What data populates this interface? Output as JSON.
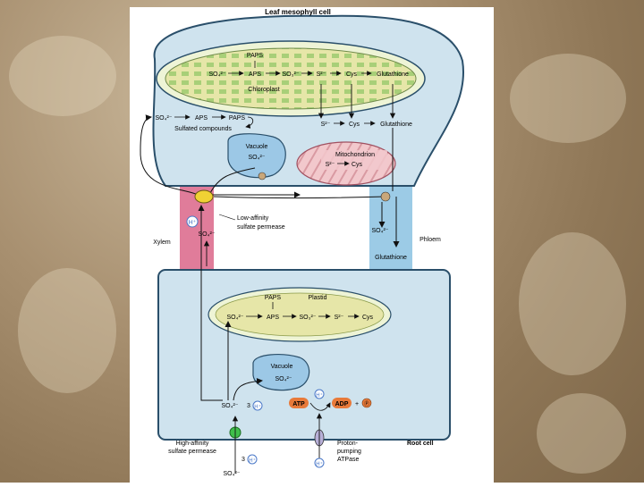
{
  "colors": {
    "cell_fill": "#cfe3ee",
    "cell_stroke": "#2a4f6a",
    "chloroplast_fill": "#e6e6a8",
    "chloroplast_stripes": "#a8cf78",
    "mito_fill": "#f2c8cc",
    "xylem": "#e07c9a",
    "phloem": "#9ccbe6",
    "vacuole": "#9cc8e6",
    "permease_low": "#f0d234",
    "permease_high": "#3fbf4a",
    "atp_badge": "#e87a3a",
    "hplus": "#4a78c8",
    "background": "#a89070"
  },
  "labels": {
    "leaf_cell": "Leaf mesophyll cell",
    "chloro_paps": "PAPS",
    "chloro_so4": "SO₄²⁻",
    "chloro_aps": "APS",
    "chloro_so3": "SO₃²⁻",
    "chloro_s2": "S²⁻",
    "chloro_cys": "Cys",
    "chloro_glut": "Glutathione",
    "chloroplast": "Chloroplast",
    "cyt_so4": "SO₄²⁻",
    "cyt_aps": "APS",
    "cyt_paps": "PAPS",
    "sulfated": "Sulfated compounds",
    "cyt_s2": "S²⁻",
    "cyt_cys": "Cys",
    "cyt_glut": "Glutathione",
    "vacuole_leaf": "Vacuole",
    "vacuole_leaf_so4": "SO₄²⁻",
    "mito": "Mitochondrion",
    "mito_s2": "S²⁻",
    "mito_cys": "Cys",
    "h_plus": "H⁺",
    "xylem_so4": "SO₄²⁻",
    "low_perm_1": "Low-affinity",
    "low_perm_2": "sulfate permease",
    "xylem": "Xylem",
    "phloem_so4": "SO₄²⁻",
    "phloem": "Phloem",
    "phloem_glut": "Glutathione",
    "plastid_paps": "PAPS",
    "plastid": "Plastid",
    "plastid_so4": "SO₄²⁻",
    "plastid_aps": "APS",
    "plastid_so3": "SO₃²⁻",
    "plastid_s2": "S²⁻",
    "plastid_cys": "Cys",
    "vacuole_root": "Vacuole",
    "vacuole_root_so4": "SO₄²⁻",
    "root_so4": "SO₄²⁻",
    "root_3": "3",
    "atp": "ATP",
    "adp": "ADP",
    "plus": "+",
    "pi": "Ⓟ",
    "high_perm_1": "High-affinity",
    "high_perm_2": "sulfate permease",
    "pump_1": "Proton-",
    "pump_2": "pumping",
    "pump_3": "ATPase",
    "root_cell": "Root cell",
    "ext_3": "3",
    "ext_so4": "SO₄²⁻"
  }
}
